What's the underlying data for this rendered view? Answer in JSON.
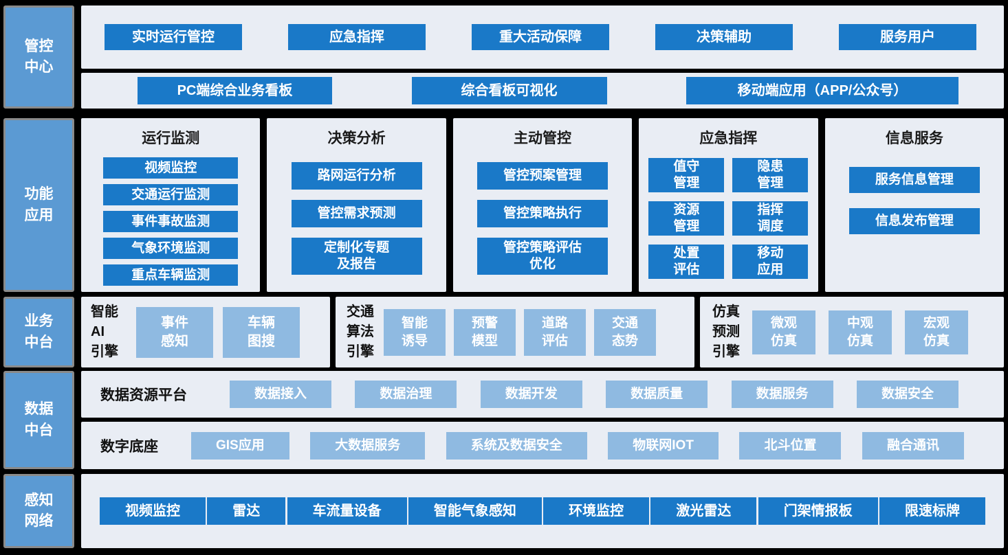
{
  "colors": {
    "background": "#000000",
    "panel_bg": "#e9edf4",
    "sidebar_fill": "#5b9ad3",
    "sidebar_border": "#8a8a8a",
    "block_dark_blue": "#1a79c8",
    "block_light_blue": "#8fbae1",
    "block_text": "#ffffff",
    "title_text": "#1a1a1a"
  },
  "control_center": {
    "label": "管控\n中心",
    "row1": [
      "实时运行管控",
      "应急指挥",
      "重大活动保障",
      "决策辅助",
      "服务用户"
    ],
    "row2": [
      "PC端综合业务看板",
      "综合看板可视化",
      "移动端应用（APP/公众号）"
    ]
  },
  "function_apps": {
    "label": "功能\n应用",
    "columns": [
      {
        "title": "运行监测",
        "items": [
          "视频监控",
          "交通运行监测",
          "事件事故监测",
          "气象环境监测",
          "重点车辆监测"
        ]
      },
      {
        "title": "决策分析",
        "items": [
          "路网运行分析",
          "管控需求预测",
          "定制化专题\n及报告"
        ]
      },
      {
        "title": "主动管控",
        "items": [
          "管控预案管理",
          "管控策略执行",
          "管控策略评估\n优化"
        ]
      },
      {
        "title": "应急指挥",
        "items": [
          "值守\n管理",
          "隐患\n管理",
          "资源\n管理",
          "指挥\n调度",
          "处置\n评估",
          "移动\n应用"
        ]
      },
      {
        "title": "信息服务",
        "items": [
          "服务信息管理",
          "信息发布管理"
        ]
      }
    ]
  },
  "business_platform": {
    "label": "业务\n中台",
    "groups": [
      {
        "label": "智能\nAI\n引擎",
        "items": [
          "事件\n感知",
          "车辆\n图搜"
        ]
      },
      {
        "label": "交通\n算法\n引擎",
        "items": [
          "智能\n诱导",
          "预警\n模型",
          "道路\n评估",
          "交通\n态势"
        ]
      },
      {
        "label": "仿真\n预测\n引擎",
        "items": [
          "微观\n仿真",
          "中观\n仿真",
          "宏观\n仿真"
        ]
      }
    ]
  },
  "data_platform": {
    "label": "数据\n中台",
    "rows": [
      {
        "label": "数据资源平台",
        "items": [
          "数据接入",
          "数据治理",
          "数据开发",
          "数据质量",
          "数据服务",
          "数据安全"
        ]
      },
      {
        "label": "数字底座",
        "items": [
          "GIS应用",
          "大数据服务",
          "系统及数据安全",
          "物联网IOT",
          "北斗位置",
          "融合通讯"
        ]
      }
    ]
  },
  "perception_network": {
    "label": "感知\n网络",
    "items": [
      "视频监控",
      "雷达",
      "车流量设备",
      "智能气象感知",
      "环境监控",
      "激光雷达",
      "门架情报板",
      "限速标牌"
    ]
  }
}
